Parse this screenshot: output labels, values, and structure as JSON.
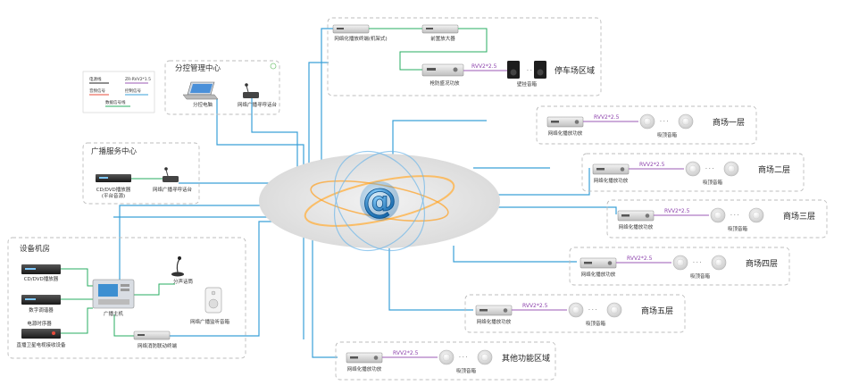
{
  "groups": {
    "management": "分控管理中心",
    "broadcast": "广播服务中心",
    "machine_room": "设备机房"
  },
  "legend": {
    "power": "电源线",
    "cable_label": "ZR-RVV2*1.5",
    "audio": "音频信号",
    "control": "控制信号",
    "data": "数据信号线"
  },
  "devices": {
    "pc": "分控电脑",
    "mic_station_mgmt": "网络广播寻呼话台",
    "cd_dvd_player": "CD/DVD播放器",
    "cd_dvd_player_sub": "(平台音源)",
    "mic_station_bc": "网络广播寻呼话台",
    "cd_dvd_room": "CD/DVD播放器",
    "digital_tuner": "数字调谐器",
    "power_sequencer": "电源时序器",
    "sat_receiver": "直播卫星电视接收设备",
    "main_host": "广播主机",
    "gooseneck_mic": "分声话筒",
    "monitor_speaker": "网络广播监听音箱",
    "fire_terminal": "网络消防联动终端",
    "terminal_rack": "网络化播放终端(机架式)",
    "preamp": "前置放大器",
    "amp_parking": "枪防盛况功放",
    "wall_speaker": "壁挂音箱"
  },
  "parking": {
    "zone": "停车场区域",
    "cable": "RVV2*2.5",
    "dots": "· · ·"
  },
  "floors": [
    {
      "amp": "网络化播放功放",
      "cable": "RVV2*2.5",
      "speaker": "吸顶音箱",
      "zone": "商场一层",
      "dots": "· · ·"
    },
    {
      "amp": "网络化播放功放",
      "cable": "RVV2*2.5",
      "speaker": "吸顶音箱",
      "zone": "商场二层",
      "dots": "· · ·"
    },
    {
      "amp": "网络化播放功放",
      "cable": "RVV2*2.5",
      "speaker": "吸顶音箱",
      "zone": "商场三层",
      "dots": "· · ·"
    },
    {
      "amp": "网络化播放功放",
      "cable": "RVV2*2.5",
      "speaker": "吸顶音箱",
      "zone": "商场四层",
      "dots": "· · ·"
    },
    {
      "amp": "网络化播放功放",
      "cable": "RVV2*2.5",
      "speaker": "吸顶音箱",
      "zone": "商场五层",
      "dots": "· · ·"
    },
    {
      "amp": "网络化播放功放",
      "cable": "RVV2*2.5",
      "speaker": "吸顶音箱",
      "zone": "其他功能区域",
      "dots": "· · ·"
    }
  ],
  "network": {
    "symbol": "@"
  },
  "colors": {
    "network_line": "#3aa0d8",
    "audio_line": "#27ae60",
    "cable_line": "#9b59b6",
    "box_border": "#b8b8b8",
    "cloud_fill": "#e4e4e4"
  }
}
